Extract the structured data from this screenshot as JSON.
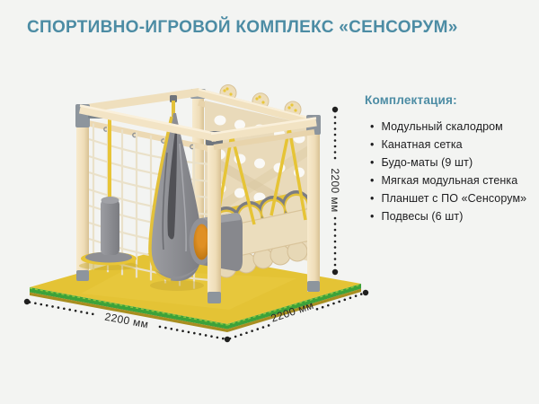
{
  "header": {
    "title": "СПОРТИВНО-ИГРОВОЙ КОМПЛЕКС «СЕНСОРУМ»"
  },
  "specs": {
    "heading": "Комплектация:",
    "bullet": "•",
    "items": [
      "Модульный скалодром",
      "Канатная сетка",
      "Будо-маты (9 шт)",
      "Мягкая модульная стенка",
      "Планшет с ПО «Сенсорум»",
      "Подвесы (6 шт)"
    ]
  },
  "dimensions": {
    "height": "2200 мм",
    "edge_left": "2200 мм",
    "edge_right": "2200 мм"
  },
  "illustration": {
    "parts": [
      "wooden-cube-frame",
      "rope-net",
      "modular-climbing-wall",
      "cocoon-swing",
      "punching-bag",
      "disc-swing",
      "tunnel",
      "soft-modular-wall",
      "floor-mats"
    ],
    "colors": {
      "accent_teal": "#4C8CA4",
      "wood": "#F1E2C2",
      "metal_gray": "#8D959D",
      "strap_yellow": "#E8C537",
      "mat_yellow": "#E4C335",
      "mat_edge_green": "#3CA23A",
      "fabric_gray": "#8A8B8F",
      "tunnel_orange": "#D8891D",
      "dimension_line": "#262626"
    }
  }
}
